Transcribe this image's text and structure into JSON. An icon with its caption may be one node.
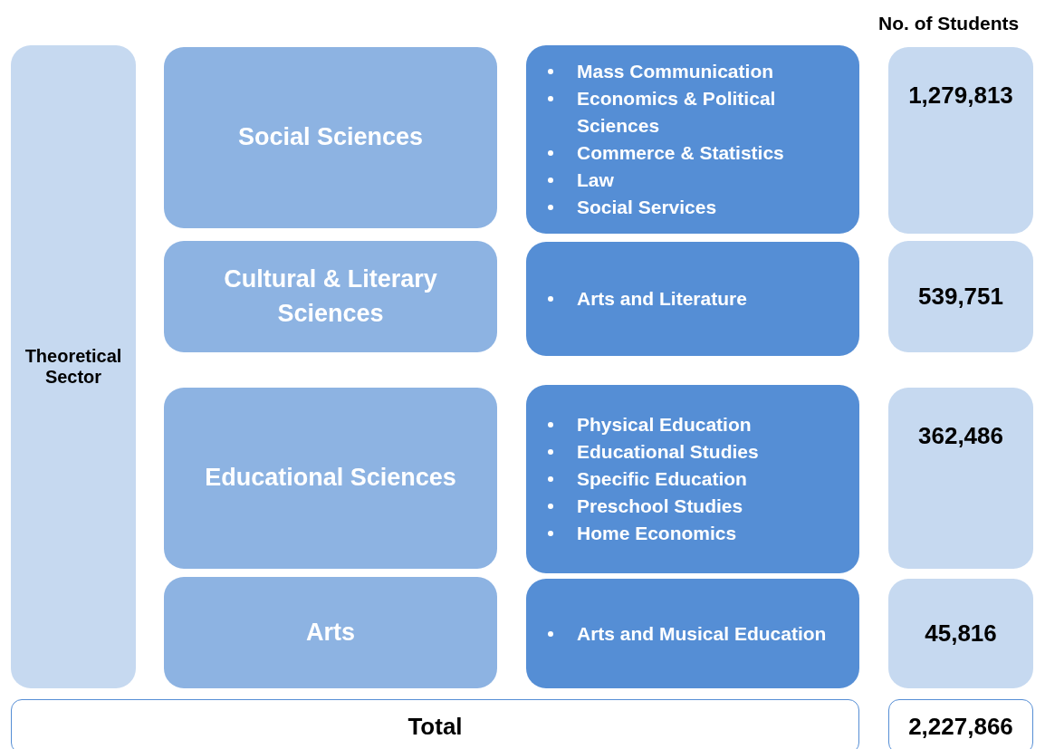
{
  "diagram": {
    "nodes": [
      {
        "text": [
          "Theoretical Sector"
        ]
      },
      {
        "text": [
          "Social Sciences"
        ]
      },
      {
        "text": [
          "Mass Communication",
          "Economics & Political Sciences",
          "Commerce & Statistics",
          "Law",
          "Social Services"
        ]
      },
      {
        "text": [
          "1,279,813"
        ]
      },
      {
        "text": [
          "Cultural & Literary Sciences"
        ]
      },
      {
        "text": [
          "Arts and Literature"
        ]
      },
      {
        "text": [
          "539,751"
        ]
      },
      {
        "text": [
          "Educational Sciences"
        ]
      },
      {
        "text": [
          "Physical Education",
          "Educational Studies",
          "Specific Education",
          "Preschool Studies",
          "Home Economics"
        ]
      },
      {
        "text": [
          "362,486"
        ]
      },
      {
        "text": [
          "Arts"
        ]
      },
      {
        "text": [
          "Arts and Musical Education"
        ]
      },
      {
        "text": [
          "45,816"
        ]
      },
      {
        "text": [
          "Total"
        ]
      },
      {
        "text": [
          "2,227,866"
        ]
      }
    ],
    "labels": [
      "No. of Students"
    ]
  }
}
